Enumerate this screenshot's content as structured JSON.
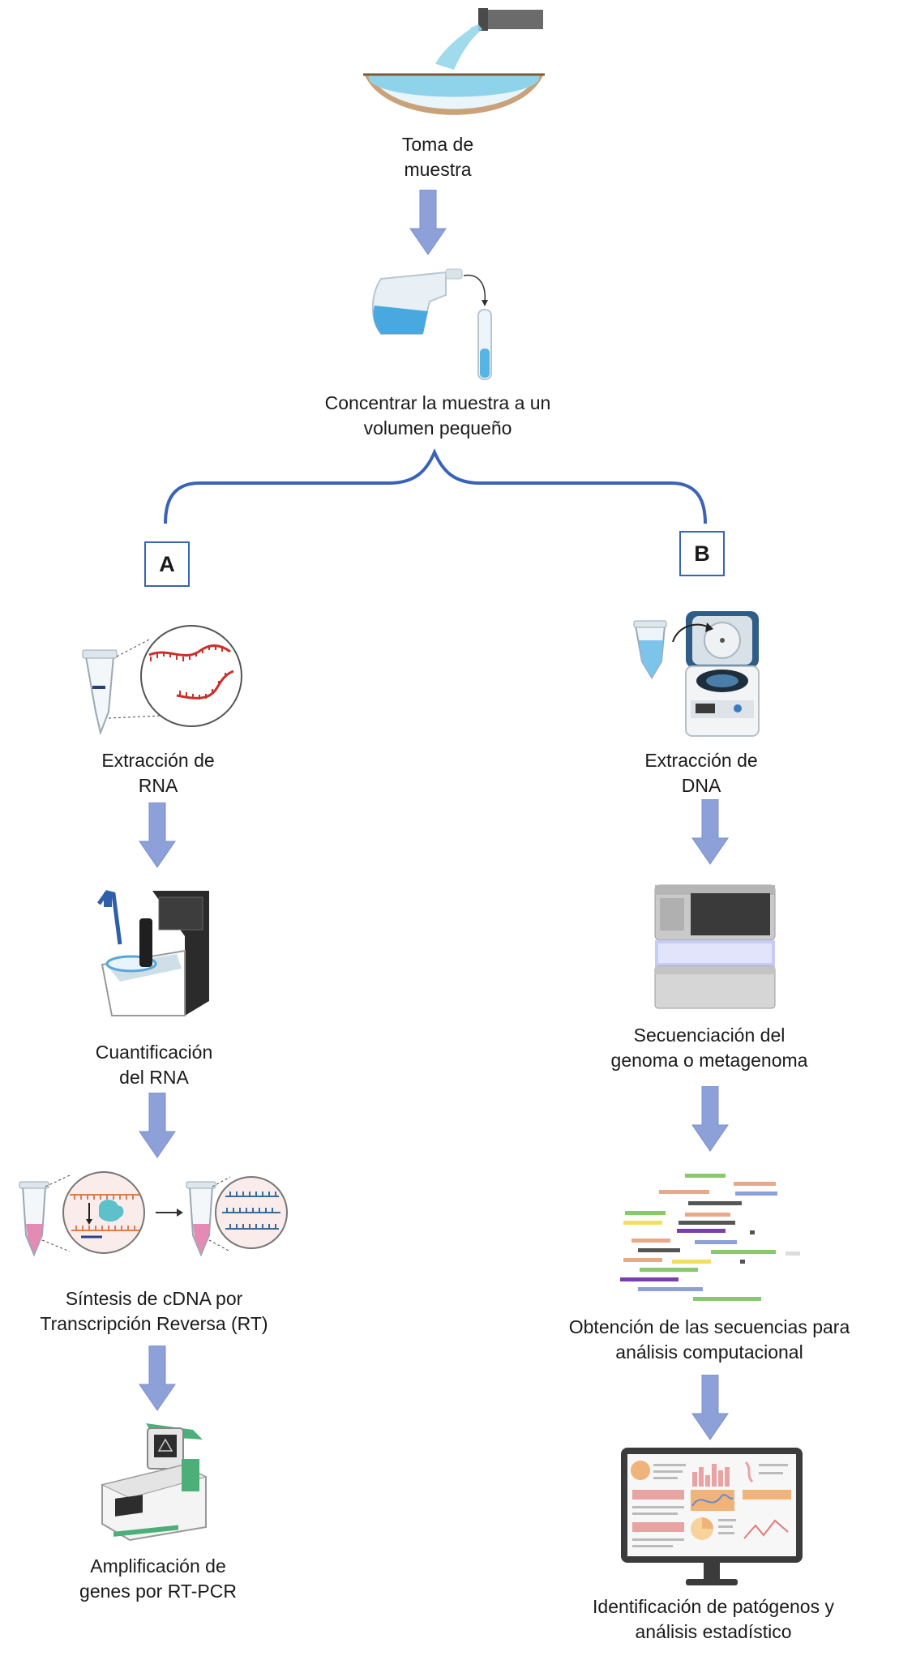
{
  "steps": {
    "sampling": "Toma de\nmuestra",
    "concentrate": "Concentrar la muestra a un\nvolumen pequeño",
    "rna_extraction": "Extracción de\nRNA",
    "rna_quant": "Cuantificación\ndel RNA",
    "cdna": "Síntesis de cDNA por\nTranscripción Reversa (RT)",
    "rtpcr": "Amplificación de\ngenes por RT-PCR",
    "dna_extraction": "Extracción de\nDNA",
    "sequencing": "Secuenciación del\ngenoma o metagenoma",
    "sequences": "Obtención de las secuencias para\nanálisis computacional",
    "identification": "Identificación de patógenos y\nanálisis estadístico"
  },
  "branches": {
    "a": "A",
    "b": "B"
  },
  "colors": {
    "arrow": "#8da1d8",
    "brace": "#3a63b5",
    "box_border": "#3a63b5"
  },
  "icons": {
    "water": "water-sample-icon",
    "flask": "flask-tube-icon",
    "rna_tube": "rna-tube-icon",
    "spectrophotometer": "spectrophotometer-icon",
    "rt": "reverse-transcription-icon",
    "thermocycler": "thermocycler-icon",
    "centrifuge": "centrifuge-icon",
    "sequencer": "sequencer-icon",
    "reads": "sequence-reads-icon",
    "monitor": "analysis-monitor-icon"
  }
}
